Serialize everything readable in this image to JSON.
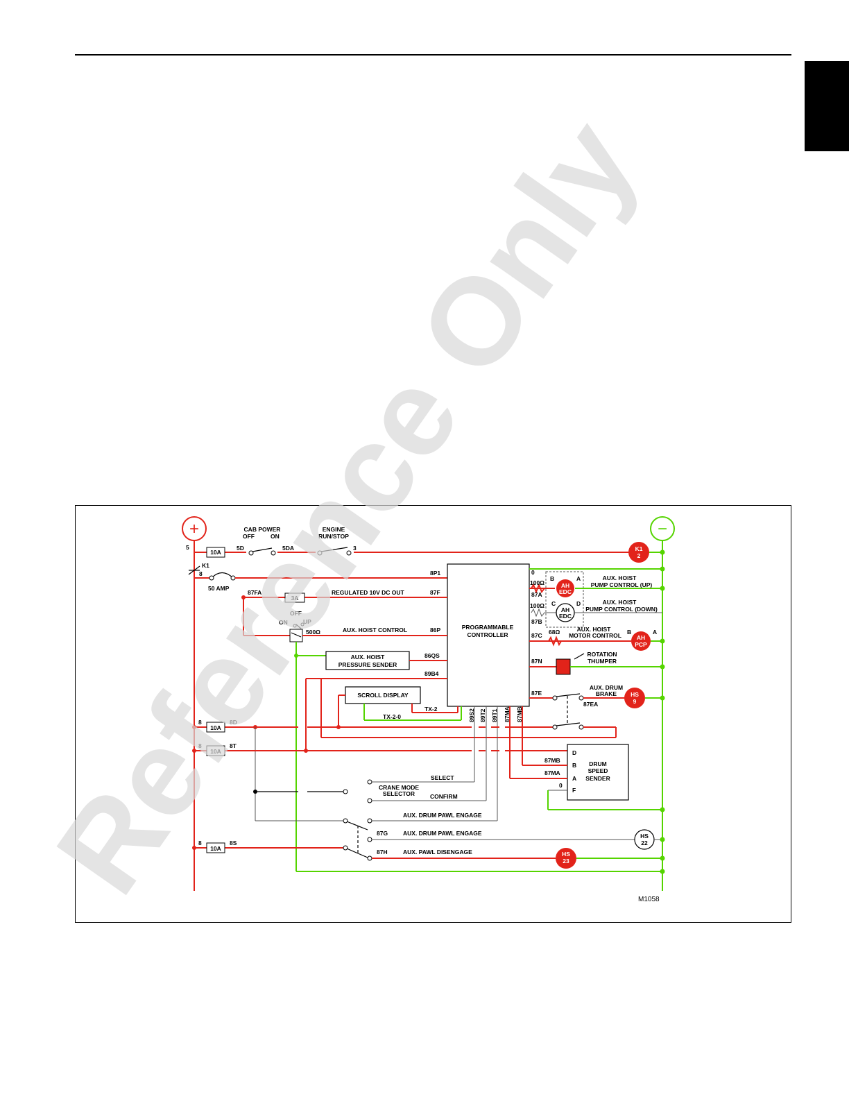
{
  "watermark": "Reference Only",
  "figure_id": "M1058",
  "terminals": {
    "positive": "+",
    "negative": "−"
  },
  "switches": {
    "cab_power": {
      "label": "CAB POWER",
      "off": "OFF",
      "on": "ON"
    },
    "engine": {
      "label1": "ENGINE",
      "label2": "RUN/STOP"
    },
    "hoist_switch": {
      "off": "OFF",
      "on": "ON",
      "up": "UP"
    }
  },
  "wires": {
    "w5": "5",
    "w5d": "5D",
    "w5da": "5DA",
    "w3": "3",
    "w8": "8",
    "w8p1": "8P1",
    "w87fa": "87FA",
    "w87f": "87F",
    "w86p": "86P",
    "w86qs": "86QS",
    "w89b4": "89B4",
    "w0a": "0",
    "w87a": "87A",
    "w87b": "87B",
    "w87c": "87C",
    "w87n": "87N",
    "w87e": "87E",
    "w87ea": "87EA",
    "w8d": "8D",
    "w8t": "8T",
    "w8s": "8S",
    "w8s1": "8",
    "w8d1": "8",
    "w8t1": "8",
    "w89s2": "89S2",
    "w89t2": "89T2",
    "w89t1": "89T1",
    "w87ma": "87MA",
    "w87mb": "87MB",
    "w87mb2": "87MB",
    "w87ma2": "87MA",
    "w0b": "0",
    "w87g": "87G",
    "w87h": "87H",
    "tx2": "TX-2",
    "tx20": "TX-2-0"
  },
  "fuses": {
    "f1": "10A",
    "f2": "3A",
    "f3": "10A",
    "f4": "10A",
    "f5": "10A"
  },
  "relay": "K1",
  "breaker": "50 AMP",
  "resistors": {
    "r1": "100Ω",
    "r2": "100Ω",
    "r3": "68Ω",
    "r4": "500Ω"
  },
  "lines": {
    "reg": "REGULATED 10V DC OUT",
    "hoist_control": "AUX. HOIST CONTROL",
    "select": "SELECT",
    "confirm": "CONFIRM",
    "pawl_engage1": "AUX. DRUM PAWL ENGAGE",
    "pawl_engage2": "AUX. DRUM PAWL ENGAGE",
    "pawl_disengage": "AUX. PAWL DISENGAGE"
  },
  "blocks": {
    "controller1": "PROGRAMMABLE",
    "controller2": "CONTROLLER",
    "sender1": "AUX. HOIST",
    "sender2": "PRESSURE SENDER",
    "scroll": "SCROLL DISPLAY",
    "mode1": "CRANE MODE",
    "mode2": "SELECTOR",
    "drum1": "DRUM",
    "drum2": "SPEED",
    "drum3": "SENDER"
  },
  "drum_pins": [
    "D",
    "B",
    "A",
    "F"
  ],
  "loads": {
    "pump_up1": "AUX. HOIST",
    "pump_up2": "PUMP CONTROL (UP)",
    "pump_down1": "AUX. HOIST",
    "pump_down2": "PUMP CONTROL (DOWN)",
    "motor1": "AUX. HOIST",
    "motor2": "MOTOR CONTROL",
    "thumper1": "ROTATION",
    "thumper2": "THUMPER",
    "brake1": "AUX. DRUM",
    "brake2": "BRAKE"
  },
  "coils": {
    "k1": {
      "a": "K1",
      "b": "2"
    },
    "edc1": {
      "a": "AH",
      "b": "EDC"
    },
    "edc2": {
      "a": "AH",
      "b": "EDC"
    },
    "pcp": {
      "a": "AH",
      "b": "PCP"
    },
    "hs9": {
      "a": "HS",
      "b": "9"
    },
    "hs22": {
      "a": "HS",
      "b": "22"
    },
    "hs23": {
      "a": "HS",
      "b": "23"
    }
  },
  "pin_letters": {
    "b1": "B",
    "a1": "A",
    "c2": "C",
    "d2": "D",
    "b3": "B",
    "a3": "A"
  },
  "colors": {
    "positive": "#e2231a",
    "negative": "#55d400",
    "watermark": "#d9d9d9"
  }
}
